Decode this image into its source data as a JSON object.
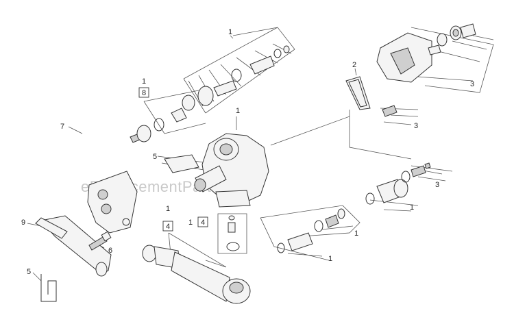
{
  "watermark": "eReplacementParts.com",
  "callouts": [
    {
      "id": "c1-top",
      "text": "1"
    },
    {
      "id": "c8-num",
      "text": "1"
    },
    {
      "id": "c8-box",
      "text": "8"
    },
    {
      "id": "c2",
      "text": "2"
    },
    {
      "id": "c3-top",
      "text": "3"
    },
    {
      "id": "c3-mid",
      "text": "3"
    },
    {
      "id": "c3-low",
      "text": "3"
    },
    {
      "id": "c7",
      "text": "7"
    },
    {
      "id": "c1-body",
      "text": "1"
    },
    {
      "id": "c5-top",
      "text": "5"
    },
    {
      "id": "c1-right",
      "text": "1"
    },
    {
      "id": "c1-right2",
      "text": "1"
    },
    {
      "id": "c1-right3",
      "text": "1"
    },
    {
      "id": "c4-num",
      "text": "1"
    },
    {
      "id": "c4-box",
      "text": "4"
    },
    {
      "id": "c4b-num",
      "text": "1"
    },
    {
      "id": "c4b-box",
      "text": "4"
    },
    {
      "id": "c9",
      "text": "9"
    },
    {
      "id": "c6",
      "text": "6"
    },
    {
      "id": "c5-bottom",
      "text": "5"
    }
  ]
}
